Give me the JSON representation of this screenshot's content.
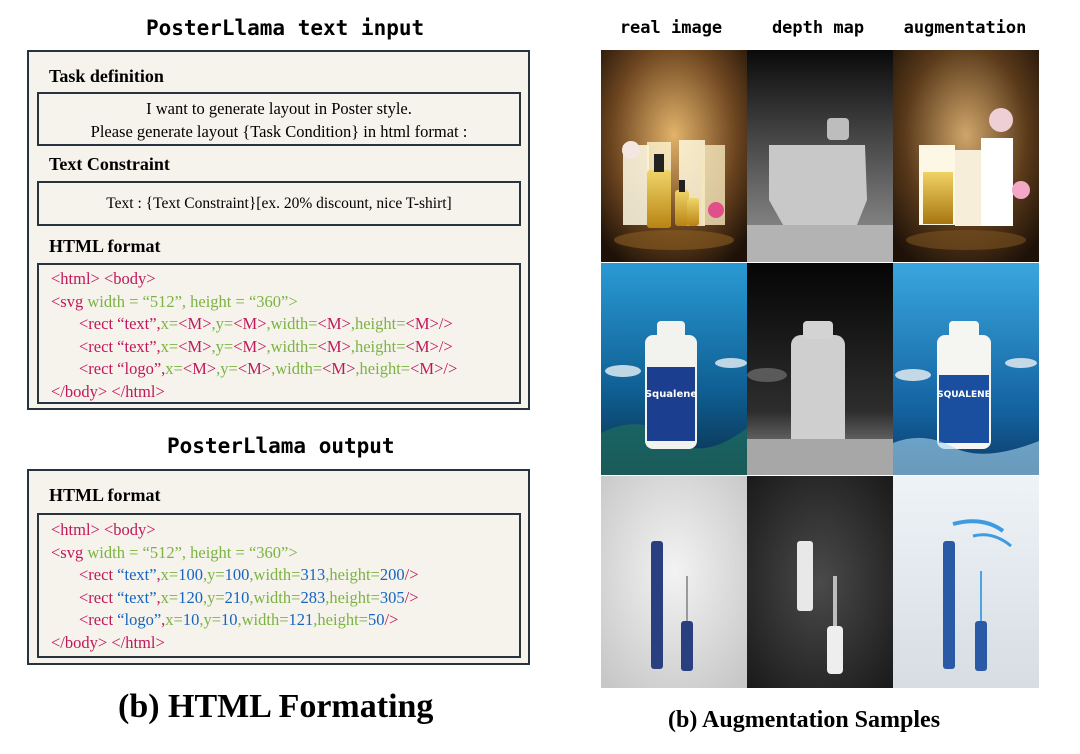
{
  "left": {
    "input_title": "PosterLlama text input",
    "task_definition": {
      "label": "Task definition",
      "line1": "I want to generate layout in Poster style.",
      "line2": "Please generate layout {Task Condition} in html format :"
    },
    "text_constraint": {
      "label": "Text Constraint",
      "text": "Text : {Text Constraint}[ex. 20% discount, nice T-shirt]"
    },
    "html_format_input": {
      "label": "HTML format",
      "line1": "<html> <body>",
      "line2_tag": "<svg",
      "line2_attrs": "width = “512”, height = “360”>",
      "rows": [
        {
          "tag": "<rect",
          "kind": "“text”",
          "x": "x=",
          "xv": "<M>",
          "y": ",y=",
          "yv": "<M>",
          "w": ",width=",
          "wv": "<M>",
          "h": ",height=",
          "hv": "<M>",
          "end": "/>"
        },
        {
          "tag": "<rect",
          "kind": "“text”",
          "x": "x=",
          "xv": "<M>",
          "y": ",y=",
          "yv": "<M>",
          "w": ",width=",
          "wv": "<M>",
          "h": ",height=",
          "hv": "<M>",
          "end": "/>"
        },
        {
          "tag": "<rect",
          "kind": "“logo”",
          "x": "x=",
          "xv": "<M>",
          "y": ",y=",
          "yv": "<M>",
          "w": ",width=",
          "wv": "<M>",
          "h": ",height=",
          "hv": "<M>",
          "end": "/>"
        }
      ],
      "closing": "</body> </html>"
    },
    "output_title": "PosterLlama output",
    "html_format_output": {
      "label": "HTML format",
      "line1": "<html> <body>",
      "line2_tag": "<svg",
      "line2_attrs": "width = “512”, height = “360”>",
      "rows": [
        {
          "tag": "<rect",
          "kind": "“text”",
          "x": "x=",
          "xv": "100",
          "y": ",y=",
          "yv": "100",
          "w": ",width=",
          "wv": "313",
          "h": ",height=",
          "hv": "200",
          "end": "/>"
        },
        {
          "tag": "<rect",
          "kind": "“text”",
          "x": "x=",
          "xv": "120",
          "y": ",y=",
          "yv": "210",
          "w": ",width=",
          "wv": "283",
          "h": ",height=",
          "hv": "305",
          "end": "/>"
        },
        {
          "tag": "<rect",
          "kind": "“logo”",
          "x": "x=",
          "xv": "10",
          "y": ",y=",
          "yv": "10",
          "w": ",width=",
          "wv": "121",
          "h": ",height=",
          "hv": "50",
          "end": "/>"
        }
      ],
      "closing": "</body> </html>"
    },
    "caption": "(b) HTML Formating"
  },
  "right": {
    "columns": [
      "real image",
      "depth map",
      "augmentation"
    ],
    "caption": "(b) Augmentation Samples",
    "bottle_label": "Squalene",
    "bottle_label_aug": "SQUALENE"
  },
  "colors": {
    "panel_bg": "#f5f3ec",
    "border": "#27343f",
    "tag": "#c2185b",
    "attr": "#7cb342",
    "value": "#1565c0"
  }
}
